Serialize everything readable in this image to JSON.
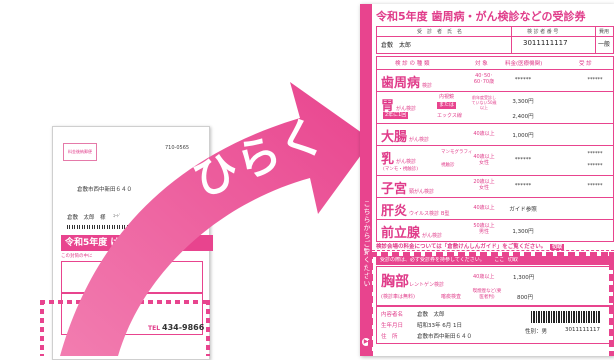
{
  "mailer": {
    "stamp_text": "料金後納郵便",
    "zip": "710-0565",
    "address": "倉敷市西中新田６４０",
    "name": "倉敷　太郎　様",
    "code": "ｺｰﾄﾞ",
    "band_title": "令和5年度 けん",
    "sub_text": "この封筒の中に",
    "tel_label": "TEL",
    "tel_number": "434-9866"
  },
  "overlay": {
    "action_text": "ひらく"
  },
  "form": {
    "title": "令和5年度 歯周病・がん検診などの受診券",
    "side_text": "こちらからご覧ください",
    "header": {
      "col_name": "受　診　者　氏　名",
      "col_number": "検 診 者 番 号",
      "col_fee": "費用",
      "name": "倉敷　太郎",
      "number": "3011111117",
      "fee": "一般"
    },
    "table_headers": [
      "検 診 の 種 類",
      "対 象",
      "料金(医療機関)",
      "受 診"
    ],
    "rows": [
      {
        "name": "歯周病",
        "suffix": "検診",
        "target": "40･50･60･70歳",
        "price": "******",
        "status": "******"
      },
      {
        "name": "胃",
        "suffix": "がん検診",
        "tag1": "内視鏡",
        "tag2": "または",
        "tag3": "エックス線",
        "badge": "2年に1回",
        "target": "前年度受診していない50歳以上",
        "price": "3,300円",
        "price2": "2,400円"
      },
      {
        "name": "大腸",
        "suffix": "がん検診",
        "target": "40歳以上",
        "price": "1,000円"
      },
      {
        "name": "乳",
        "suffix": "がん検診",
        "sub": "(マンモ・視触診)",
        "tag1": "マンモグラフィ",
        "tag2": "視触診",
        "target": "40歳以上女性",
        "price": "******",
        "status": "******",
        "status2": "******"
      },
      {
        "name": "子宮",
        "suffix": "頸がん検診",
        "target": "20歳以上女性",
        "price": "******",
        "status": "******"
      },
      {
        "name": "肝炎",
        "suffix": "ウイルス検診",
        "suffix2": "B型",
        "target": "40歳以上",
        "price": "ガイド参照"
      },
      {
        "name": "前立腺",
        "suffix": "がん検診",
        "target": "50歳以上男性",
        "price": "1,300円"
      }
    ],
    "note": "検診会場の料金については「倉敷けんしんガイド」をご覧ください。",
    "note_tag": "切取",
    "stub_band": "受診の際は、必ず受診券を持参してください。",
    "stub_tag1": "ここ",
    "stub_tag2": "切取",
    "chest": {
      "name": "胸部",
      "suffix": "レントゲン検診",
      "target": "40歳以上",
      "price": "1,300円",
      "sub": "(検診車は無料)",
      "tag": "喀痰検査",
      "target2": "喫煙歴など(要医者判)",
      "price2": "800円"
    },
    "info": {
      "label_address_name": "内容者名",
      "label_birth": "生年月日",
      "label_address": "住　所",
      "name": "倉敷　太郎",
      "birth": "昭和33年 6月 1日",
      "address": "倉敷市西中新田６４０",
      "sex": "性別：男",
      "number": "3011111117"
    }
  },
  "colors": {
    "accent": "#e8448e",
    "text_pink": "#e03c8a"
  }
}
